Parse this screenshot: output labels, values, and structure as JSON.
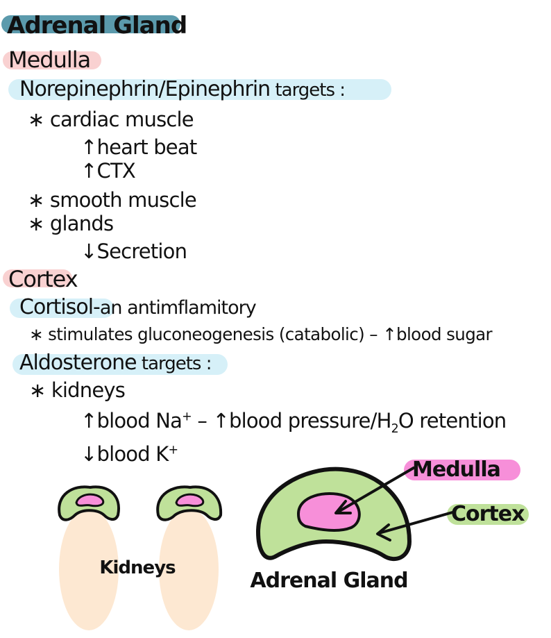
{
  "colors": {
    "title_highlight": "#5b9aac",
    "pink_highlight": "#f9d1d1",
    "blue_highlight": "#d6f0f8",
    "medulla_pink": "#f78fd9",
    "cortex_green": "#bfe19a",
    "kidney_fill": "#fde8d2",
    "ink": "#111111"
  },
  "notes": {
    "title": "Adrenal Gland",
    "medulla": {
      "heading": "Medulla",
      "hormones_bold": "Norepinephrin/Epinephrin",
      "hormones_rest": " targets :",
      "cardiac": "∗ cardiac muscle",
      "heart_beat": "↑heart beat",
      "ctx": "↑CTX",
      "smooth": "∗ smooth muscle",
      "glands": "∗ glands",
      "secretion": "↓Secretion"
    },
    "cortex": {
      "heading": "Cortex",
      "cortisol_bold": "Cortisol-",
      "cortisol_rest": "an antimflamitory",
      "stimulates": "∗ stimulates gluconeogenesis (catabolic) – ↑blood sugar",
      "aldo_bold": "Aldosterone",
      "aldo_rest": " targets :",
      "kidneys": "∗ kidneys",
      "na_pre": "↑blood Na",
      "na_sup": "+",
      "na_mid": " – ↑blood pressure/H",
      "na_sub": "2",
      "na_post": "O retention",
      "k_pre": "↓blood K",
      "k_sup": "+"
    }
  },
  "diagram": {
    "kidneys_label": "Kidneys",
    "medulla_label": "Medulla",
    "cortex_label": "Cortex",
    "gland_label": "Adrenal Gland"
  }
}
